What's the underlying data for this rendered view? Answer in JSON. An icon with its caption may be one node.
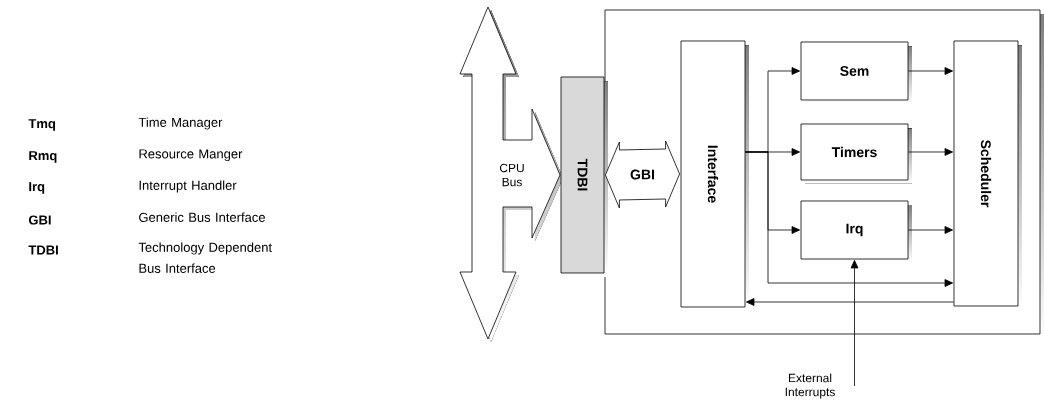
{
  "diagram": {
    "nodes": [
      {
        "text": [],
        "shape": "box"
      },
      {
        "text": [
          "CPU Bus"
        ]
      },
      {
        "text": [
          "TDBI"
        ]
      },
      {
        "text": [
          "Interface"
        ],
        "in": 0
      },
      {
        "text": [
          "Sem"
        ],
        "in": 0
      },
      {
        "text": [
          "Timers"
        ],
        "in": 0
      },
      {
        "text": [
          "Irq"
        ],
        "in": 0
      },
      {
        "text": [
          "Scheduler"
        ],
        "in": 0
      },
      {
        "text": [
          "External Interrupts"
        ]
      }
    ],
    "edges": [
      {
        "from": 2,
        "to": 3,
        "arrow": "both",
        "label": "GBI"
      },
      {
        "from": 3,
        "to": 4,
        "arrow": "to"
      },
      {
        "from": 3,
        "to": 5,
        "arrow": "to"
      },
      {
        "from": 3,
        "to": 6,
        "arrow": "to"
      },
      {
        "from": 3,
        "to": 7,
        "arrow": "to"
      },
      {
        "from": 4,
        "to": 7,
        "arrow": "to"
      },
      {
        "from": 5,
        "to": 7,
        "arrow": "to"
      },
      {
        "from": 6,
        "to": 7,
        "arrow": "to"
      },
      {
        "from": 7,
        "to": 3,
        "arrow": "to"
      },
      {
        "from": 8,
        "to": 6,
        "arrow": "to"
      }
    ],
    "labels": [
      "Tmq",
      "Time Manager",
      "Rmq",
      "Resource Manger",
      "Irq",
      "Interrupt Handler",
      "GBI",
      "Generic Bus Interface",
      "TDBI",
      "Technology Dependent Bus Interface"
    ]
  }
}
